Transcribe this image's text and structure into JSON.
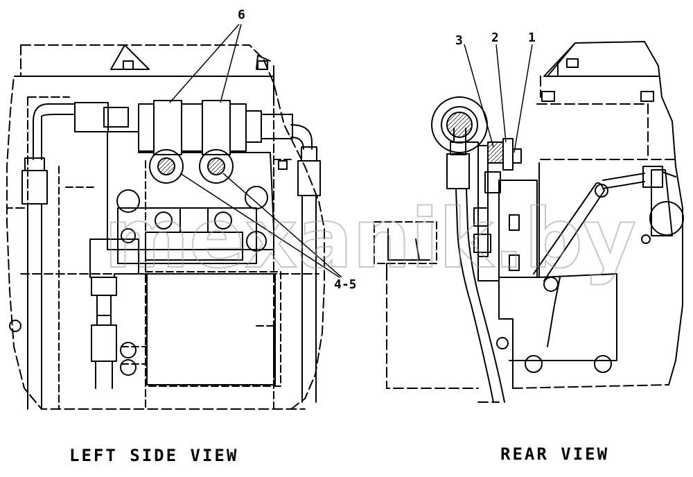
{
  "views": {
    "left": {
      "caption": "LEFT SIDE VIEW"
    },
    "rear": {
      "caption": "REAR VIEW"
    }
  },
  "callouts": {
    "item_6": "6",
    "item_4_5": "4-5",
    "item_3": "3",
    "item_2": "2",
    "item_1": "1"
  },
  "watermark": "mexanik.by",
  "colors": {
    "line": "#000000",
    "background": "#ffffff",
    "watermark": "#9a9a9a"
  }
}
